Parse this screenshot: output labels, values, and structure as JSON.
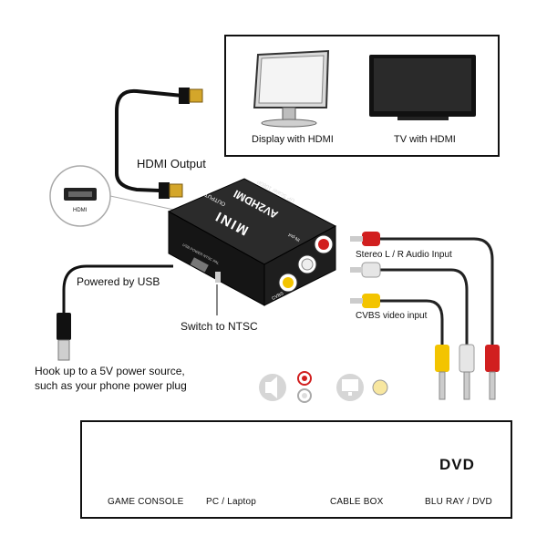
{
  "top_box": {
    "display_label": "Display with HDMI",
    "tv_label": "TV with HDMI"
  },
  "labels": {
    "hdmi_output": "HDMI Output",
    "powered_by_usb": "Powered by USB",
    "switch_ntsc": "Switch to NTSC",
    "stereo_audio": "Stereo L / R Audio Input",
    "cvbs_video": "CVBS video input",
    "power_note_line1": "Hook up to a 5V power source,",
    "power_note_line2": "such as your phone power plug"
  },
  "device": {
    "brand": "MINI",
    "model": "AV2HDMI",
    "subtitle": "UP Scaler 1080P",
    "output_label": "OUTPUT",
    "input_label": "IN-put",
    "usb_label": "USB POWER  NTSC  PAL",
    "cvbs_tag": "CVBS"
  },
  "inset": {
    "port_label": "HDMI"
  },
  "bottom_box": {
    "game_console": "GAME CONSOLE",
    "pc_laptop": "PC / Laptop",
    "cable_box": "CABLE BOX",
    "bluray_dvd": "BLU RAY / DVD",
    "dvd_logo": "DVD"
  },
  "colors": {
    "red_rca": "#d11f1f",
    "white_rca": "#e6e6e6",
    "yellow_rca": "#f3c400",
    "device_body": "#1b1b1b",
    "outline": "#111111"
  }
}
